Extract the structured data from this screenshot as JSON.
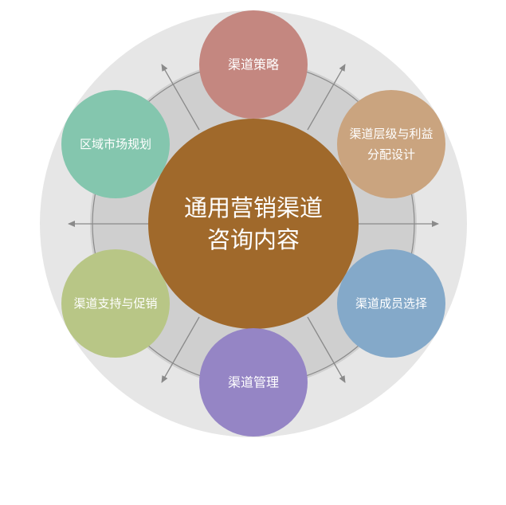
{
  "diagram": {
    "center": {
      "lines": [
        "通用营销渠道",
        "咨询内容"
      ],
      "color": "#a0692b"
    },
    "nodes": [
      {
        "id": "strategy",
        "lines": [
          "渠道策略"
        ],
        "color": "#c48780"
      },
      {
        "id": "hierarchy",
        "lines": [
          "渠道层级与利益",
          "分配设计"
        ],
        "color": "#caa47f"
      },
      {
        "id": "members",
        "lines": [
          "渠道成员选择"
        ],
        "color": "#84a9c9"
      },
      {
        "id": "management",
        "lines": [
          "渠道管理"
        ],
        "color": "#9585c5"
      },
      {
        "id": "support",
        "lines": [
          "渠道支持与促销"
        ],
        "color": "#b8c686"
      },
      {
        "id": "regional",
        "lines": [
          "区域市场规划"
        ],
        "color": "#84c6ae"
      }
    ],
    "colors": {
      "backdrop": "#e6e6e6",
      "ring": "#cfcfcf",
      "arrow": "#8a8a8a",
      "text": "#ffffff"
    }
  }
}
